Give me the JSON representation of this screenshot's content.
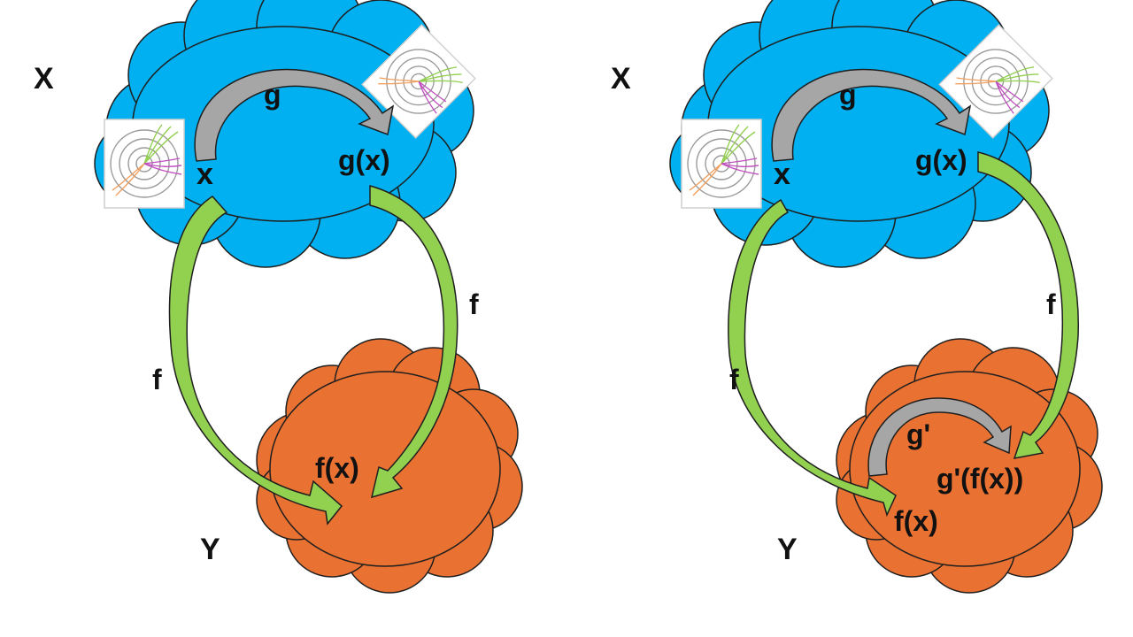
{
  "colors": {
    "set_x": "#00B0F0",
    "set_y": "#E97132",
    "arrow_f": "#92D050",
    "arrow_g": "#A6A6A6",
    "outline": "#1F1F1F",
    "text": "#111111"
  },
  "left_panel": {
    "set_x_label": "X",
    "set_y_label": "Y",
    "x_label": "x",
    "gx_label": "g(x)",
    "fx_label": "f(x)",
    "arrow_g_label": "g",
    "arrow_f_left_label": "f",
    "arrow_f_right_label": "f"
  },
  "right_panel": {
    "set_x_label": "X",
    "set_y_label": "Y",
    "x_label": "x",
    "gx_label": "g(x)",
    "fx_label": "f(x)",
    "gfx_label": "g'(f(x))",
    "arrow_g_label": "g",
    "arrow_gprime_label": "g'",
    "arrow_f_left_label": "f",
    "arrow_f_right_label": "f"
  },
  "icons": [
    "target-plot-icon",
    "rotated-target-plot-icon"
  ]
}
